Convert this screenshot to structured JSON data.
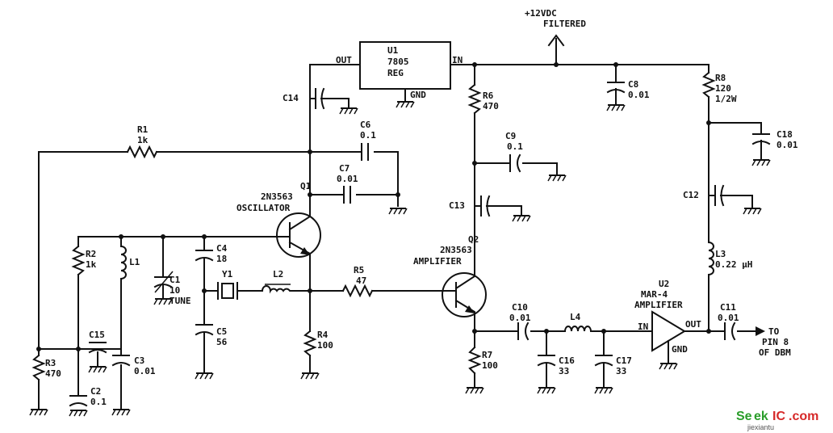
{
  "labels": {
    "supply_1": "+12VDC",
    "supply_2": "FILTERED",
    "u1_ref": "U1",
    "u1_part": "7805",
    "u1_type": "REG",
    "u1_out": "OUT",
    "u1_in": "IN",
    "u1_gnd": "GND",
    "c14": "C14",
    "r1_ref": "R1",
    "r1_val": "1k",
    "c6_ref": "C6",
    "c6_val": "0.1",
    "c7_ref": "C7",
    "c7_val": "0.01",
    "q1_ref": "Q1",
    "q1_part": "2N3563",
    "q1_role": "OSCILLATOR",
    "r2_ref": "R2",
    "r2_val": "1k",
    "l1": "L1",
    "c1_ref": "C1",
    "c1_val": "10",
    "c1_note": "TUNE",
    "c4_ref": "C4",
    "c4_val": "18",
    "y1": "Y1",
    "l2": "L2",
    "c5_ref": "C5",
    "c5_val": "56",
    "r5_ref": "R5",
    "r5_val": "47",
    "r4_ref": "R4",
    "r4_val": "100",
    "c15": "C15",
    "r3_ref": "R3",
    "r3_val": "470",
    "c2_ref": "C2",
    "c2_val": "0.1",
    "c3_ref": "C3",
    "c3_val": "0.01",
    "r6_ref": "R6",
    "r6_val": "470",
    "c9_ref": "C9",
    "c9_val": "0.1",
    "c13": "C13",
    "q2_ref": "Q2",
    "q2_part": "2N3563",
    "q2_role": "AMPLIFIER",
    "c10_ref": "C10",
    "c10_val": "0.01",
    "l4": "L4",
    "c16_ref": "C16",
    "c16_val": "33",
    "c17_ref": "C17",
    "c17_val": "33",
    "r7_ref": "R7",
    "r7_val": "100",
    "c8_ref": "C8",
    "c8_val": "0.01",
    "r8_ref": "R8",
    "r8_val": "120",
    "r8_rating": "1/2W",
    "c18_ref": "C18",
    "c18_val": "0.01",
    "c12": "C12",
    "l3_ref": "L3",
    "l3_val": "0.22 μH",
    "u2_ref": "U2",
    "u2_part": "MAR-4",
    "u2_role": "AMPLIFIER",
    "u2_in": "IN",
    "u2_out": "OUT",
    "u2_gnd": "GND",
    "c11_ref": "C11",
    "c11_val": "0.01",
    "to_1": "TO",
    "to_2": "PIN 8",
    "to_3": "OF DBM"
  },
  "watermark": {
    "brand_a": "Se",
    "brand_b": "ek",
    "brand_c": "IC",
    "brand_d": ".com",
    "domain": "jiexiantu"
  }
}
